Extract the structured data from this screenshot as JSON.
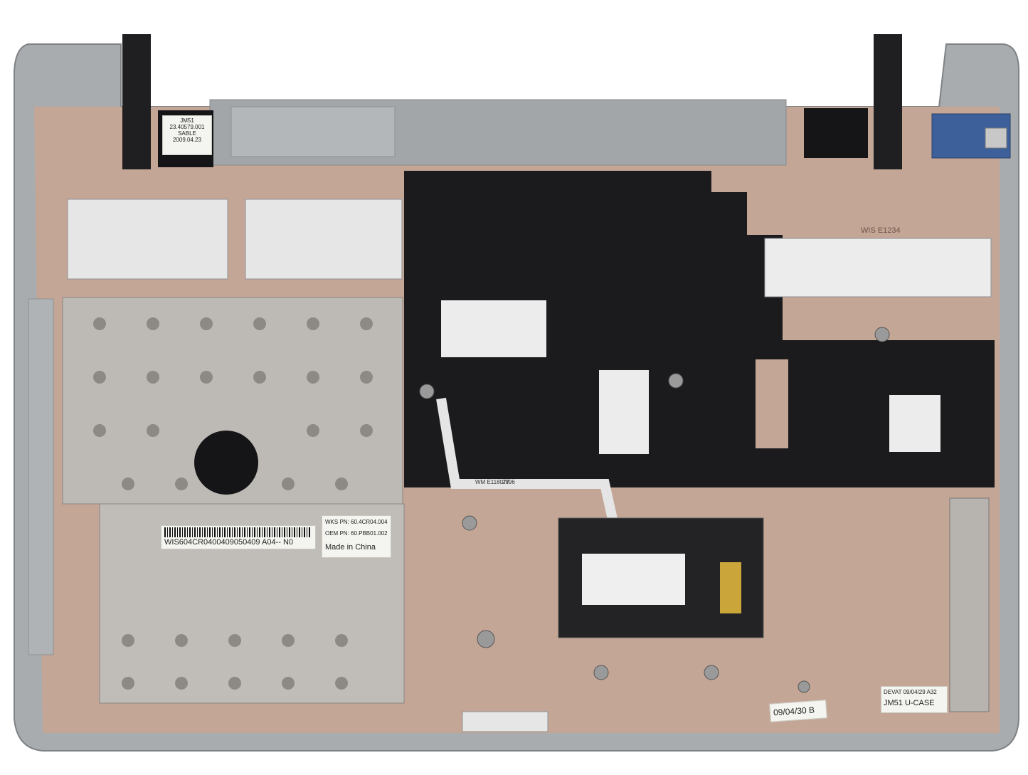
{
  "photo": {
    "subject": "laptop-palmrest-top-case-underside",
    "colors": {
      "frame": "#a9acaf",
      "frame_dark": "#8e9194",
      "copper_foil": "#c9a99a",
      "black_mylar": "#1b1b1d",
      "metal_shield": "#bdbab5",
      "touchpad_area": "#232325",
      "usb_board": "#3d5f9a"
    }
  },
  "labels": {
    "speaker_sticker": {
      "line1": "JM51",
      "line2": "23.40579.001",
      "line3": "SABLE",
      "line4": "2009.04.23"
    },
    "barcode_sticker": {
      "serial": "WIS604CR0400409050409 A04-- N0"
    },
    "part_sticker": {
      "wks_pn": "WKS PN: 60.4CR04.004",
      "oem_pn": "OEM PN: 60.PBB01.002",
      "origin": "Made in  China"
    },
    "ribbon_cable": {
      "text1": "WM  E118077",
      "text2": "2896"
    },
    "date_code": "09/04/30  B",
    "case_label": {
      "line1": "DEVAT 09/04/29 A32",
      "line2": "JM51 U-CASE"
    },
    "mold_mark": "WIS  E1234"
  }
}
